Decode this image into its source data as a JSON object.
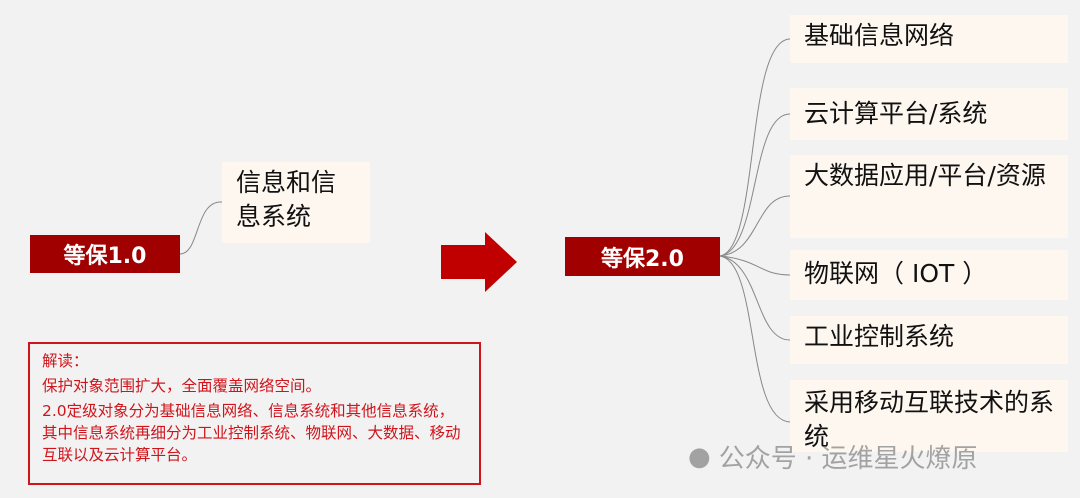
{
  "left": {
    "level": "等保1.0",
    "node": "信息和信息系统"
  },
  "right": {
    "level": "等保2.0",
    "nodes": [
      "基础信息网络",
      "云计算平台/系统",
      "大数据应用/平台/资源",
      "物联网（ IOT ）",
      "工业控制系统",
      "采用移动互联技术的系统"
    ]
  },
  "note": {
    "title": "解读：",
    "line1": "保护对象范围扩大，全面覆盖网络空间。",
    "line2": "2.0定级对象分为基础信息网络、信息系统和其他信息系统，其中信息系统再细分为工业控制系统、物联网、大数据、移动互联以及云计算平台。"
  },
  "watermark": "公众号 · 运维星火燎原",
  "colors": {
    "level_bg": "#a00000",
    "arrow": "#c00000",
    "note": "#d0141c"
  }
}
